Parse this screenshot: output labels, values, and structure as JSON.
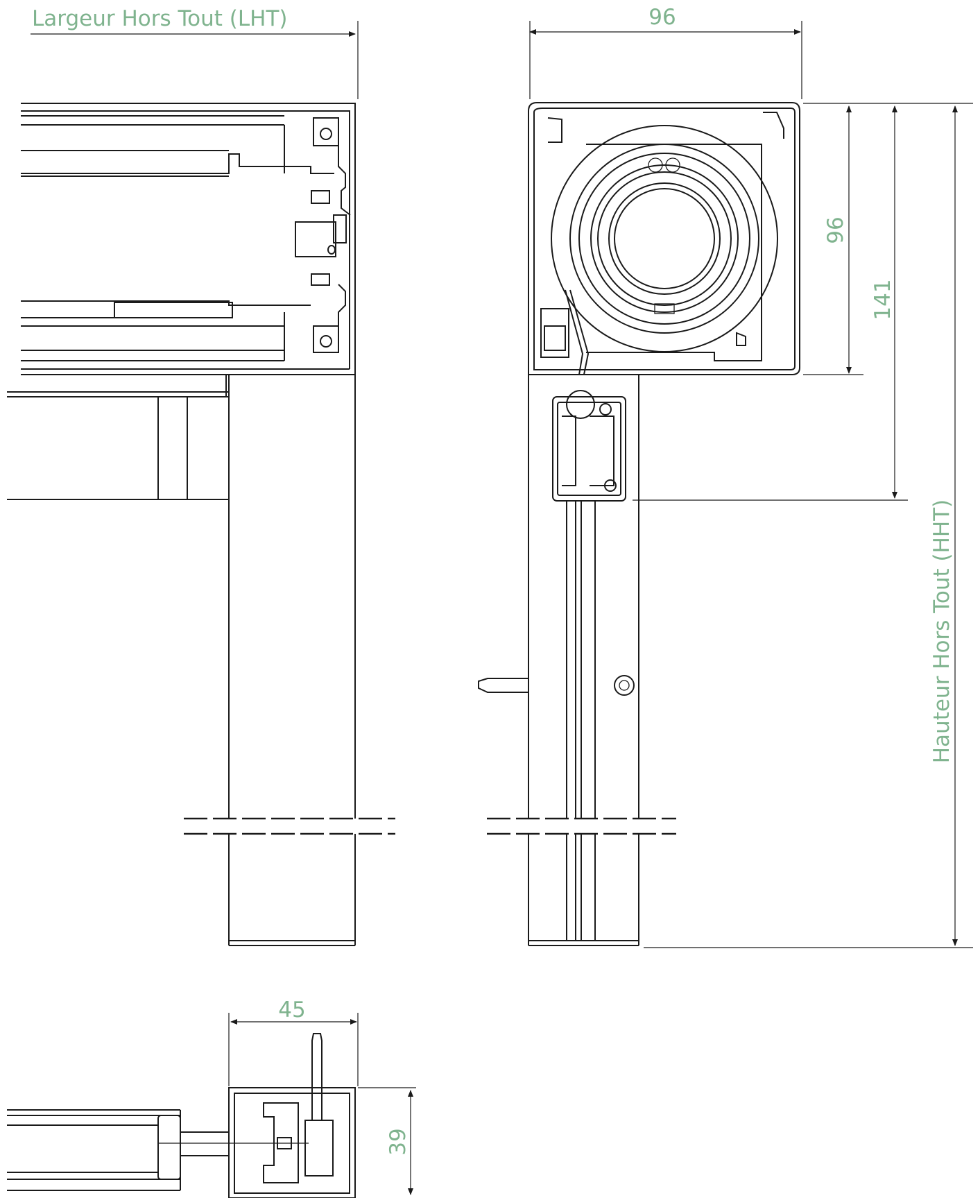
{
  "labels": {
    "lht": "Largeur Hors Tout (LHT)",
    "hht": "Hauteur Hors Tout (HHT)",
    "dim_96_top": "96",
    "dim_96_side": "96",
    "dim_141": "141",
    "dim_45": "45",
    "dim_39": "39"
  },
  "colors": {
    "dimension_text": "#7fb38e",
    "line": "#1a1a1a",
    "background": "#ffffff"
  }
}
